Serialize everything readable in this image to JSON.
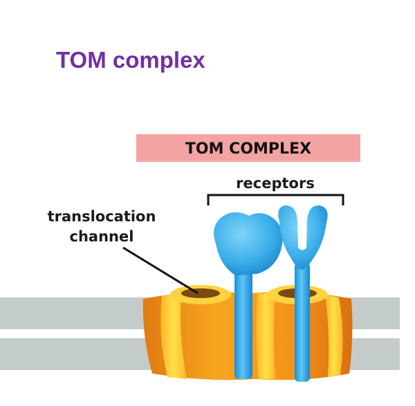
{
  "slide": {
    "title": "TOM complex"
  },
  "diagram": {
    "banner_label": "TOM COMPLEX",
    "receptors_label": "receptors",
    "channel_label_line1": "translocation",
    "channel_label_line2": "channel"
  },
  "colors": {
    "title": "#7030a0",
    "banner": "#f4a3a3",
    "membrane": "#c3ccc8",
    "channel_orange": "#f5a623",
    "channel_yellow": "#ffd23f",
    "receptor_blue": "#3aaee8"
  }
}
